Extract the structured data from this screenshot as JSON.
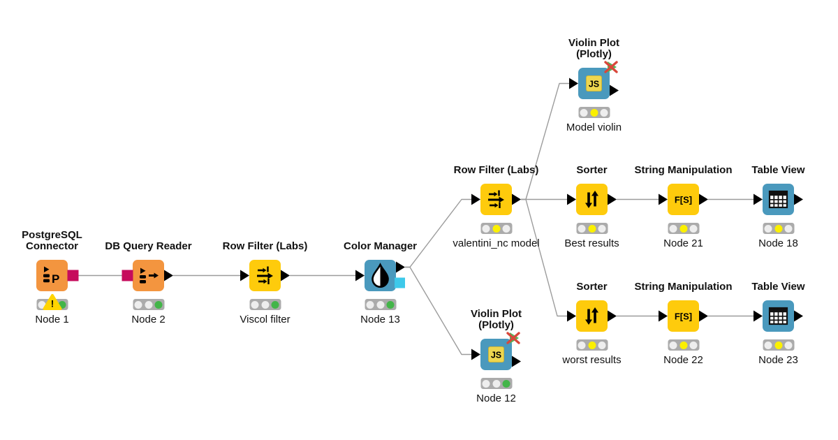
{
  "app": {
    "name": "KNIME workflow editor canvas"
  },
  "colors": {
    "canvas_bg": "#FFFFFF",
    "node_orange": "#F3953F",
    "node_yellow": "#FECB0C",
    "node_blue": "#4A99BD",
    "port_db": "#C60C5C",
    "port_color_model": "#3EC9EA",
    "port_data": "#000000",
    "wire": "#9C9C9C",
    "light_bar": "#ABABAB",
    "lamp_off": "#EEEEEE",
    "lamp_yellow": "#FBF000",
    "lamp_green": "#43B549",
    "warning_yellow": "#FFD400",
    "x_red": "#D9473B",
    "deactivated_port_green": "#57B457",
    "js_badge_yellow": "#EDD64F"
  },
  "workflow": {
    "nodes": [
      {
        "id": "postgresql-connector",
        "title": "PostgreSQL\nConnector",
        "label": "Node 1",
        "color": "orange",
        "icon": "postgresql-icon",
        "status": "green",
        "warning": true,
        "in_ports": [],
        "out_ports": [
          "db-connection"
        ]
      },
      {
        "id": "db-query-reader",
        "title": "DB Query Reader",
        "label": "Node 2",
        "color": "orange",
        "icon": "db-reader-icon",
        "status": "green",
        "warning": false,
        "in_ports": [
          "db-connection"
        ],
        "out_ports": [
          "data"
        ]
      },
      {
        "id": "row-filter-viscol",
        "title": "Row Filter (Labs)",
        "label": "Viscol filter",
        "color": "yellow",
        "icon": "row-filter-icon",
        "status": "green",
        "warning": false,
        "in_ports": [
          "data"
        ],
        "out_ports": [
          "data"
        ]
      },
      {
        "id": "color-manager",
        "title": "Color Manager",
        "label": "Node 13",
        "color": "blue",
        "icon": "color-manager-icon",
        "status": "green",
        "warning": false,
        "in_ports": [
          "data"
        ],
        "out_ports": [
          "data-top",
          "color-model"
        ]
      },
      {
        "id": "row-filter-valentini",
        "title": "Row Filter (Labs)",
        "label": "valentini_nc model",
        "color": "yellow",
        "icon": "row-filter-icon",
        "status": "yellow",
        "warning": false,
        "in_ports": [
          "data"
        ],
        "out_ports": [
          "data"
        ]
      },
      {
        "id": "violin-plot-model",
        "title": "Violin Plot\n(Plotly)",
        "label": "Model violin",
        "color": "blue",
        "icon": "js-view-icon",
        "status": "yellow",
        "warning": false,
        "in_ports": [
          "data"
        ],
        "out_ports": [
          "view-deactivated",
          "data-low"
        ]
      },
      {
        "id": "sorter-best",
        "title": "Sorter",
        "label": "Best results",
        "color": "yellow",
        "icon": "sorter-icon",
        "status": "yellow",
        "warning": false,
        "in_ports": [
          "data"
        ],
        "out_ports": [
          "data"
        ]
      },
      {
        "id": "string-manipulation-21",
        "title": "String Manipulation",
        "label": "Node 21",
        "color": "yellow",
        "icon": "string-manip-icon",
        "status": "yellow",
        "warning": false,
        "in_ports": [
          "data"
        ],
        "out_ports": [
          "data"
        ]
      },
      {
        "id": "table-view-18",
        "title": "Table View",
        "label": "Node 18",
        "color": "blue",
        "icon": "table-view-icon",
        "status": "yellow",
        "warning": false,
        "in_ports": [
          "data"
        ],
        "out_ports": [
          "data"
        ]
      },
      {
        "id": "sorter-worst",
        "title": "Sorter",
        "label": "worst results",
        "color": "yellow",
        "icon": "sorter-icon",
        "status": "yellow",
        "warning": false,
        "in_ports": [
          "data"
        ],
        "out_ports": [
          "data"
        ]
      },
      {
        "id": "string-manipulation-22",
        "title": "String Manipulation",
        "label": "Node 22",
        "color": "yellow",
        "icon": "string-manip-icon",
        "status": "yellow",
        "warning": false,
        "in_ports": [
          "data"
        ],
        "out_ports": [
          "data"
        ]
      },
      {
        "id": "table-view-23",
        "title": "Table View",
        "label": "Node 23",
        "color": "blue",
        "icon": "table-view-icon",
        "status": "yellow",
        "warning": false,
        "in_ports": [
          "data"
        ],
        "out_ports": [
          "data"
        ]
      },
      {
        "id": "violin-plot-12",
        "title": "Violin Plot\n(Plotly)",
        "label": "Node 12",
        "color": "blue",
        "icon": "js-view-icon",
        "status": "green",
        "warning": false,
        "in_ports": [
          "data"
        ],
        "out_ports": [
          "view-deactivated",
          "data-low"
        ]
      }
    ],
    "connections": [
      {
        "from": "postgresql-connector",
        "from_port": 0,
        "to": "db-query-reader",
        "to_port": 0
      },
      {
        "from": "db-query-reader",
        "from_port": 0,
        "to": "row-filter-viscol",
        "to_port": 0
      },
      {
        "from": "row-filter-viscol",
        "from_port": 0,
        "to": "color-manager",
        "to_port": 0
      },
      {
        "from": "color-manager",
        "from_port": 0,
        "to": "row-filter-valentini",
        "to_port": 0
      },
      {
        "from": "color-manager",
        "from_port": 0,
        "to": "violin-plot-12",
        "to_port": 0
      },
      {
        "from": "row-filter-valentini",
        "from_port": 0,
        "to": "violin-plot-model",
        "to_port": 0
      },
      {
        "from": "row-filter-valentini",
        "from_port": 0,
        "to": "sorter-best",
        "to_port": 0
      },
      {
        "from": "row-filter-valentini",
        "from_port": 0,
        "to": "sorter-worst",
        "to_port": 0
      },
      {
        "from": "sorter-best",
        "from_port": 0,
        "to": "string-manipulation-21",
        "to_port": 0
      },
      {
        "from": "string-manipulation-21",
        "from_port": 0,
        "to": "table-view-18",
        "to_port": 0
      },
      {
        "from": "sorter-worst",
        "from_port": 0,
        "to": "string-manipulation-22",
        "to_port": 0
      },
      {
        "from": "string-manipulation-22",
        "from_port": 0,
        "to": "table-view-23",
        "to_port": 0
      }
    ]
  }
}
